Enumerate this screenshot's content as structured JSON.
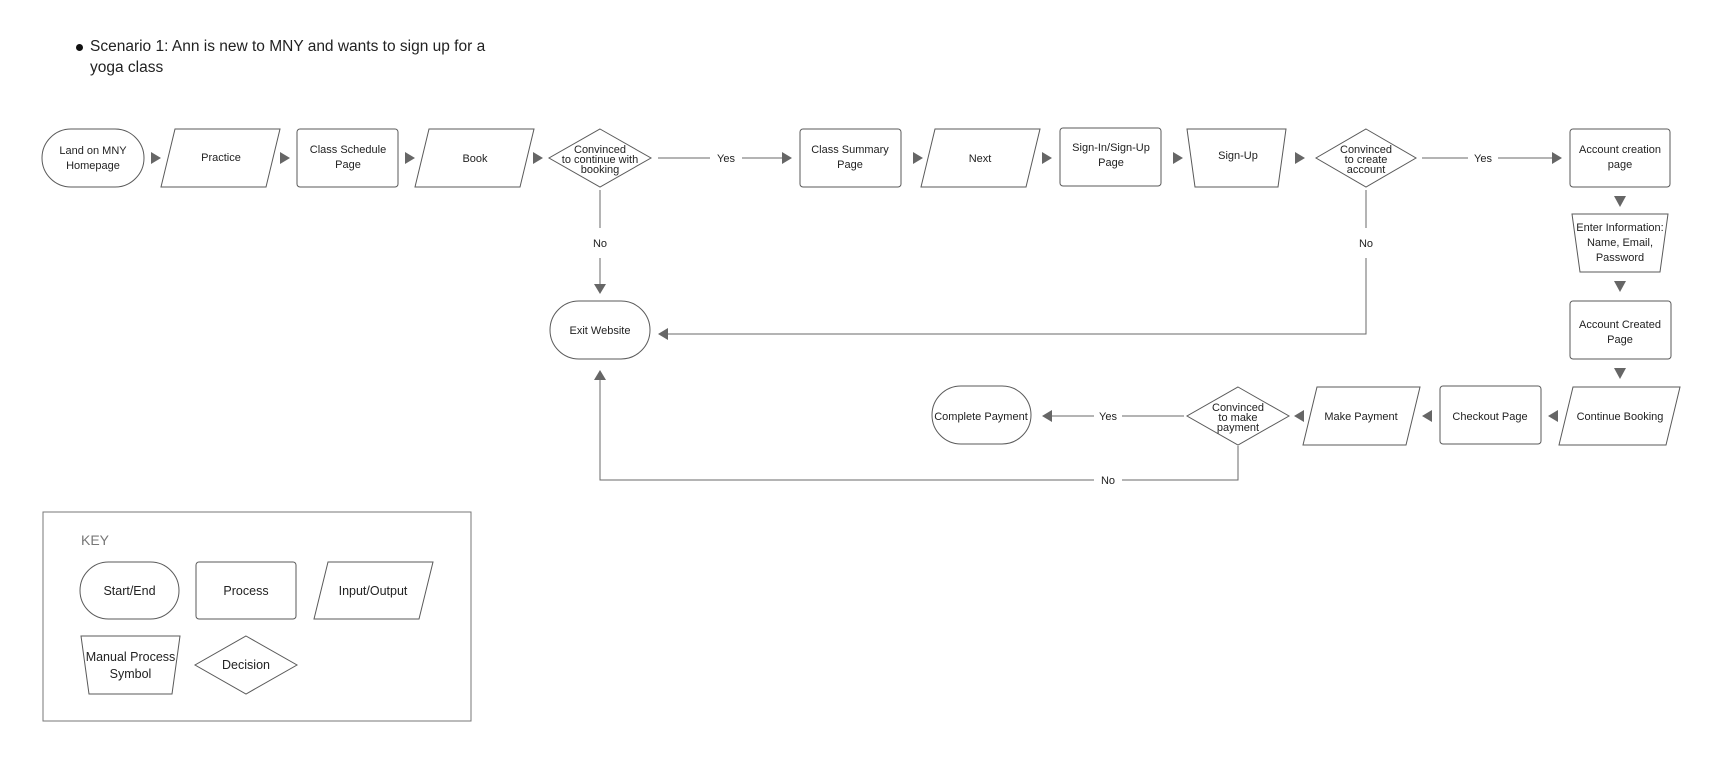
{
  "scenario": {
    "label": "Scenario 1",
    "text": ": Ann is new to MNY and wants to sign up for a yoga class"
  },
  "nodes": {
    "land": [
      "Land on MNY",
      "Homepage"
    ],
    "practice": [
      "Practice"
    ],
    "class_schedule": [
      "Class Schedule",
      "Page"
    ],
    "book": [
      "Book"
    ],
    "decision_booking": [
      "Convinced",
      "to continue with",
      "booking"
    ],
    "class_summary": [
      "Class Summary",
      "Page"
    ],
    "next": [
      "Next"
    ],
    "signin_signup": [
      "Sign-In/Sign-Up",
      "Page"
    ],
    "signup": [
      "Sign-Up"
    ],
    "decision_account": [
      "Convinced",
      "to create",
      "account"
    ],
    "account_creation": [
      "Account creation",
      "page"
    ],
    "enter_info": [
      "Enter Information:",
      "Name, Email,",
      "Password"
    ],
    "account_created": [
      "Account Created",
      "Page"
    ],
    "continue_booking": [
      "Continue Booking"
    ],
    "checkout": [
      "Checkout Page"
    ],
    "make_payment": [
      "Make Payment"
    ],
    "decision_payment": [
      "Convinced",
      "to make",
      "payment"
    ],
    "complete_payment": [
      "Complete Payment"
    ],
    "exit": [
      "Exit Website"
    ]
  },
  "edge_labels": {
    "yes_booking": "Yes",
    "no_booking": "No",
    "yes_account": "Yes",
    "no_account": "No",
    "yes_payment": "Yes",
    "no_payment": "No"
  },
  "key": {
    "title": "KEY",
    "start_end": "Start/End",
    "process": "Process",
    "input_output": "Input/Output",
    "manual_process": [
      "Manual Process",
      "Symbol"
    ],
    "decision": "Decision"
  }
}
